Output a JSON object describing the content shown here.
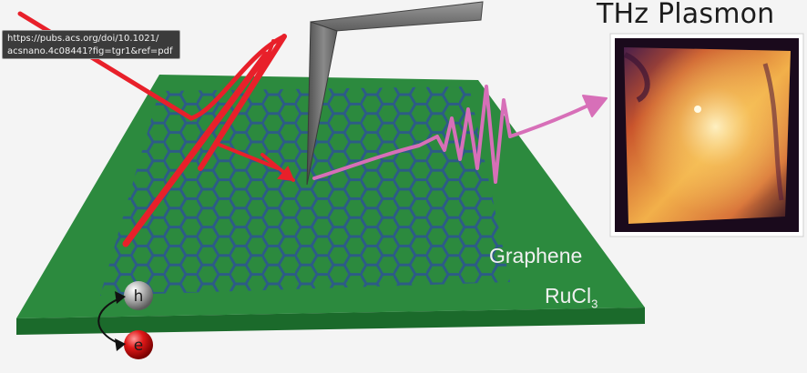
{
  "tooltip": {
    "url_line1": "https://pubs.acs.org/doi/10.1021/",
    "url_line2": "acsnano.4c08441?fig=tgr1&ref=pdf"
  },
  "inset": {
    "title": "THz Plasmon"
  },
  "labels": {
    "graphene": "Graphene",
    "substrate_base": "RuCl",
    "substrate_sub": "3"
  },
  "carriers": {
    "hole": "h",
    "electron": "e"
  },
  "colors": {
    "substrate_top": "#2c8a3e",
    "substrate_side": "#1b6a2b",
    "lattice": "#2d5a8a",
    "laser": "#e8202a",
    "plasmon_wave": "#d76fb8",
    "tip": "#6e6e6e"
  }
}
